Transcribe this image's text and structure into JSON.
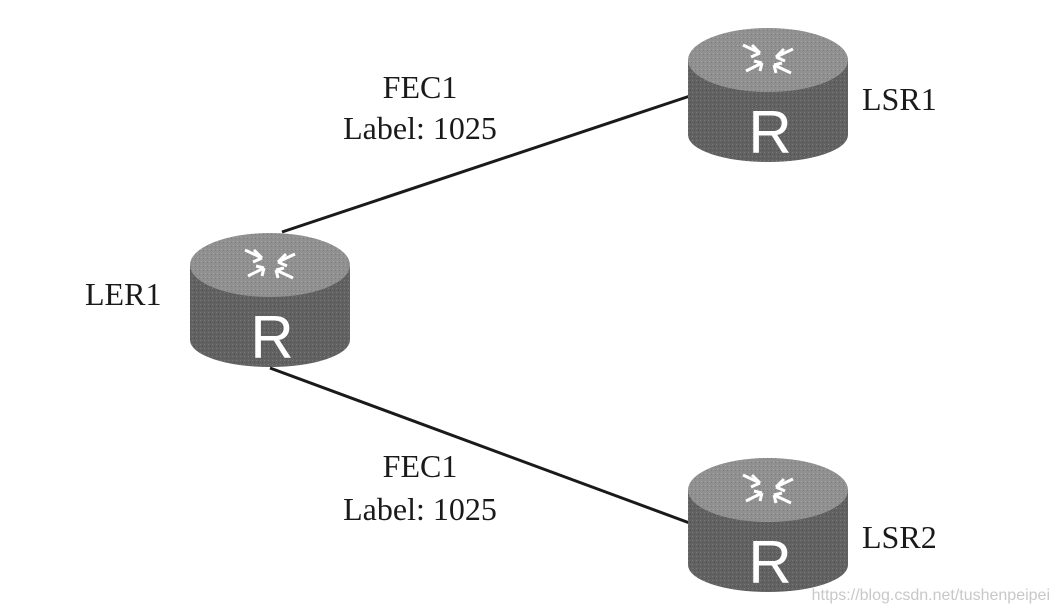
{
  "nodes": {
    "ler1": {
      "label": "LER1",
      "icon_letter": "R",
      "icon": "router-icon"
    },
    "lsr1": {
      "label": "LSR1",
      "icon_letter": "R",
      "icon": "router-icon"
    },
    "lsr2": {
      "label": "LSR2",
      "icon_letter": "R",
      "icon": "router-icon"
    }
  },
  "links": {
    "ler1_lsr1": {
      "fec": "FEC1",
      "label": "Label: 1025"
    },
    "ler1_lsr2": {
      "fec": "FEC1",
      "label": "Label: 1025"
    }
  },
  "watermark": "https://blog.csdn.net/tushenpeipei",
  "colors": {
    "router_side": "#5c5c5c",
    "router_top": "#8f8f8f",
    "line": "#1a1a1a"
  }
}
